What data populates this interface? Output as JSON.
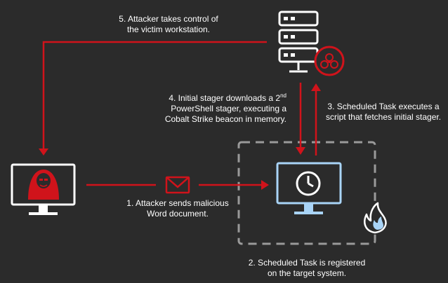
{
  "colors": {
    "background": "#2b2b2b",
    "arrow_red": "#d0131b",
    "monitor_white": "#ffffff",
    "victim_blue": "#a9d4f7",
    "box_dashed": "#9a9a9a",
    "flame_blue": "#a9d4f7"
  },
  "nodes": {
    "server": {
      "icon": "server-rack-with-biohazard-icon"
    },
    "attacker": {
      "icon": "hooded-hacker-monitor-icon"
    },
    "victim": {
      "icon": "clock-monitor-icon"
    },
    "email": {
      "icon": "envelope-icon"
    },
    "flame": {
      "icon": "flame-icon"
    }
  },
  "steps": {
    "step1": {
      "line1": "1. Attacker sends malicious",
      "line2": "Word document."
    },
    "step2": {
      "line1": "2. Scheduled Task is registered",
      "line2": "on the target system."
    },
    "step3": {
      "line1": "3. Scheduled Task executes a",
      "line2": "script that fetches initial stager."
    },
    "step4": {
      "line1a": "4. Initial stager downloads a 2",
      "line1_sup": "nd",
      "line2": "PowerShell stager, executing a",
      "line3": "Cobalt Strike beacon in memory."
    },
    "step5": {
      "line1": "5. Attacker takes control of",
      "line2": "the victim workstation."
    }
  }
}
